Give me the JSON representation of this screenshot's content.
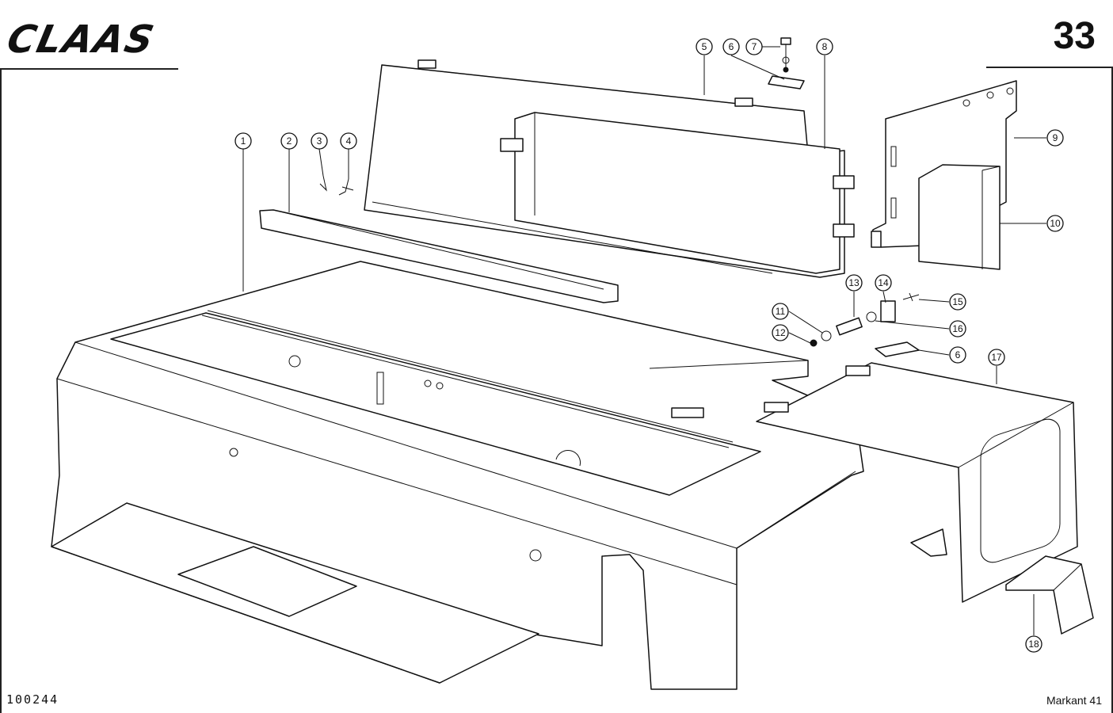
{
  "header": {
    "brand": "CLAAS",
    "page_number": "33"
  },
  "footer": {
    "document_code": "100244",
    "model": "Markant 41"
  },
  "callouts": [
    {
      "id": "c1",
      "label": "1"
    },
    {
      "id": "c2",
      "label": "2"
    },
    {
      "id": "c3",
      "label": "3"
    },
    {
      "id": "c4",
      "label": "4"
    },
    {
      "id": "c5",
      "label": "5"
    },
    {
      "id": "c6a",
      "label": "6"
    },
    {
      "id": "c7",
      "label": "7"
    },
    {
      "id": "c8",
      "label": "8"
    },
    {
      "id": "c9",
      "label": "9"
    },
    {
      "id": "c10",
      "label": "10"
    },
    {
      "id": "c11",
      "label": "11"
    },
    {
      "id": "c12",
      "label": "12"
    },
    {
      "id": "c13",
      "label": "13"
    },
    {
      "id": "c14",
      "label": "14"
    },
    {
      "id": "c15",
      "label": "15"
    },
    {
      "id": "c16",
      "label": "16"
    },
    {
      "id": "c6b",
      "label": "6"
    },
    {
      "id": "c17",
      "label": "17"
    },
    {
      "id": "c18",
      "label": "18"
    }
  ]
}
